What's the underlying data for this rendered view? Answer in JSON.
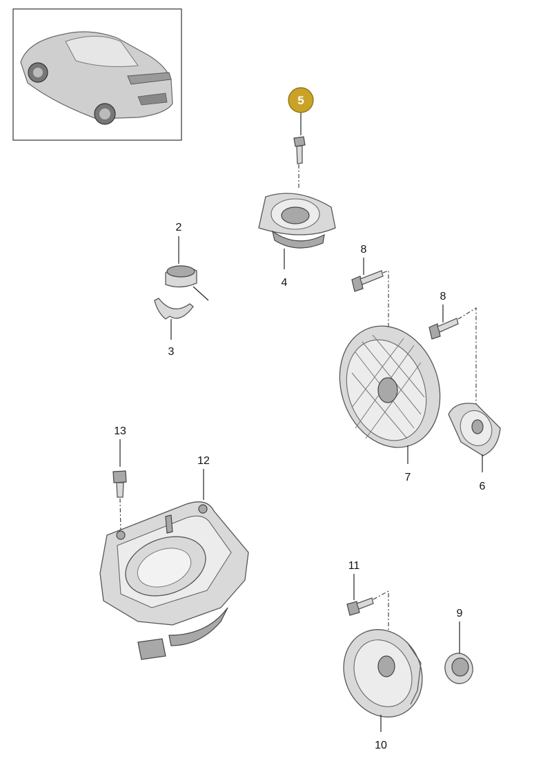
{
  "diagram": {
    "highlight_color": "#c9a227",
    "highlighted_part": "5",
    "callouts": {
      "c1": "2",
      "c2": "3",
      "c3": "4",
      "c4": "5",
      "c5": "8",
      "c6": "8",
      "c7": "7",
      "c8": "6",
      "c9": "12",
      "c10": "13",
      "c11": "11",
      "c12": "9",
      "c13": "10"
    }
  }
}
